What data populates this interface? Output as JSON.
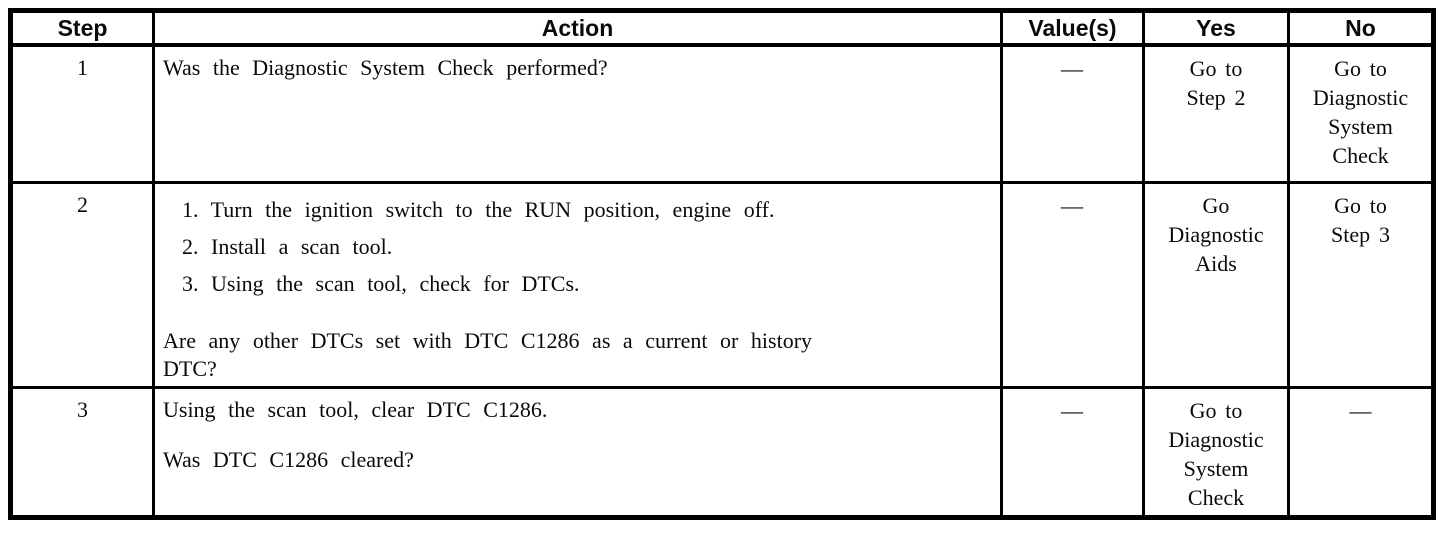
{
  "table": {
    "headers": {
      "step": "Step",
      "action": "Action",
      "values": "Value(s)",
      "yes": "Yes",
      "no": "No"
    },
    "rows": [
      {
        "step": "1",
        "action_question": "Was the Diagnostic System Check performed?",
        "values": "—",
        "yes": "Go to\nStep 2",
        "no": "Go to\nDiagnostic\nSystem\nCheck"
      },
      {
        "step": "2",
        "action_items": [
          "1. Turn the ignition switch to the RUN position, engine off.",
          "2. Install a scan tool.",
          "3. Using the scan tool, check for DTCs."
        ],
        "action_question": "Are any other DTCs set with DTC C1286 as a current or history\nDTC?",
        "values": "—",
        "yes": "Go\nDiagnostic\nAids",
        "no": "Go to\nStep 3"
      },
      {
        "step": "3",
        "action_statement": "Using the scan tool, clear DTC C1286.",
        "action_question": "Was DTC C1286 cleared?",
        "values": "—",
        "yes": "Go to\nDiagnostic\nSystem\nCheck",
        "no": "—"
      }
    ]
  }
}
